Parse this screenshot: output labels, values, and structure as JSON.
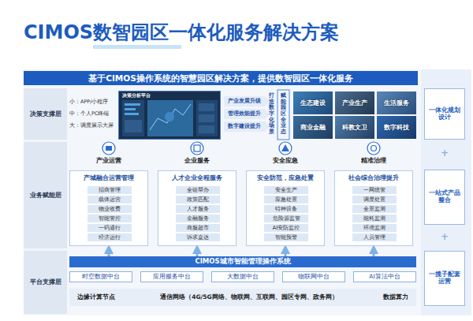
{
  "diagram": {
    "title": "CIMOS数智园区一体化服务解决方案",
    "nodes": [
      {
        "text": [
          "基于CIMOS操作系统的智慧园区解决方案，提供数智园区一体化服务"
        ]
      },
      {
        "text": [
          "决策支撑层"
        ]
      },
      {
        "text": [
          "业务赋能层"
        ]
      },
      {
        "text": [
          "平台支撑层"
        ]
      },
      {
        "text": [
          "决策分析平台"
        ]
      },
      {
        "text": [
          "产业发展升级"
        ]
      },
      {
        "text": [
          "管理效能提升"
        ]
      },
      {
        "text": [
          "数字建设提升"
        ]
      },
      {
        "text": [
          "生态建设"
        ]
      },
      {
        "text": [
          "产业生产"
        ]
      },
      {
        "text": [
          "生活服务"
        ]
      },
      {
        "text": [
          "商业金融"
        ]
      },
      {
        "text": [
          "科教文卫"
        ]
      },
      {
        "text": [
          "数字科技"
        ]
      },
      {
        "text": [
          "产城融合运营管理"
        ]
      },
      {
        "text": [
          "招商管理"
        ],
        "in": 14
      },
      {
        "text": [
          "载体运营"
        ],
        "in": 14
      },
      {
        "text": [
          "物业收费"
        ],
        "in": 14
      },
      {
        "text": [
          "智能管控"
        ],
        "in": 14
      },
      {
        "text": [
          "一码通行"
        ],
        "in": 14
      },
      {
        "text": [
          "经济运行"
        ],
        "in": 14
      },
      {
        "text": [
          "人才企业全程服务"
        ]
      },
      {
        "text": [
          "全链帮办"
        ],
        "in": 21
      },
      {
        "text": [
          "政策匹配"
        ],
        "in": 21
      },
      {
        "text": [
          "人才服务"
        ],
        "in": 21
      },
      {
        "text": [
          "金融服务"
        ],
        "in": 21
      },
      {
        "text": [
          "商服超市"
        ],
        "in": 21
      },
      {
        "text": [
          "诉求直达"
        ],
        "in": 21
      },
      {
        "text": [
          "安全防范，应急处置"
        ]
      },
      {
        "text": [
          "安全生产"
        ],
        "in": 28
      },
      {
        "text": [
          "应急处置"
        ],
        "in": 28
      },
      {
        "text": [
          "特种设备"
        ],
        "in": 28
      },
      {
        "text": [
          "危险源监管"
        ],
        "in": 28
      },
      {
        "text": [
          "AI安防监控"
        ],
        "in": 28
      },
      {
        "text": [
          "智能预警"
        ],
        "in": 28
      },
      {
        "text": [
          "社会综合治理提升"
        ]
      },
      {
        "text": [
          "一网统管"
        ],
        "in": 35
      },
      {
        "text": [
          "调度处置"
        ],
        "in": 35
      },
      {
        "text": [
          "全景监测"
        ],
        "in": 35
      },
      {
        "text": [
          "能耗监测"
        ],
        "in": 35
      },
      {
        "text": [
          "环境监测"
        ],
        "in": 35
      },
      {
        "text": [
          "人员管理"
        ],
        "in": 35
      },
      {
        "text": [
          "CIMOS城市智能管理操作系统"
        ]
      },
      {
        "text": [
          "时空数据中台"
        ]
      },
      {
        "text": [
          "应用服务中台"
        ]
      },
      {
        "text": [
          "大数据中台"
        ]
      },
      {
        "text": [
          "物联网中台"
        ]
      },
      {
        "text": [
          "AI算法中台"
        ]
      },
      {
        "text": [
          "边缘计算节点",
          "通信网络（4G/5G网络、物联网、互联网、园区专网、政务网）",
          "数据算力"
        ]
      },
      {
        "text": [
          "一体化规划设计"
        ]
      },
      {
        "text": [
          "一站式产品整合"
        ]
      },
      {
        "text": [
          "一揽子配套运营"
        ]
      }
    ],
    "edges": [
      {
        "from": 42,
        "to": 14,
        "arrow": "to"
      },
      {
        "from": 42,
        "to": 21,
        "arrow": "to"
      },
      {
        "from": 42,
        "to": 28,
        "arrow": "to"
      },
      {
        "from": 42,
        "to": 35,
        "arrow": "to"
      }
    ],
    "labels": [
      "小：APP/小程序",
      "中：个人PC终端",
      "大：调度展示大屏",
      "打造数字化场景",
      "赋能园区全业态",
      "产业运营",
      "企业服务",
      "安全应急",
      "精准治理",
      "+",
      "+"
    ]
  }
}
